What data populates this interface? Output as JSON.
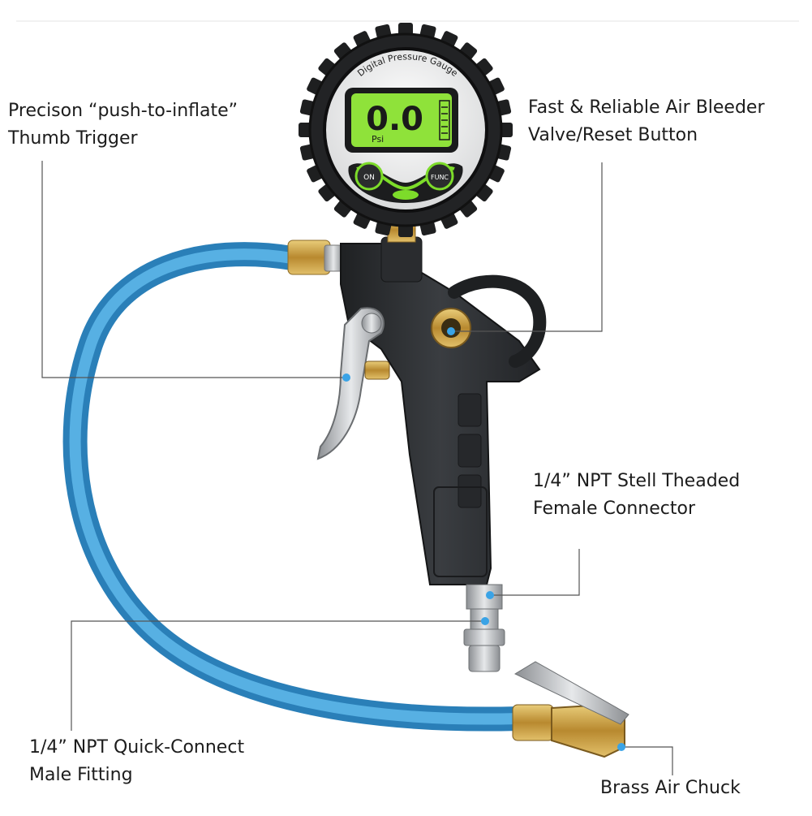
{
  "gauge": {
    "arc_label": "Digital Pressure Gauge",
    "reading": "0.0",
    "unit": "Psi",
    "on_button": "ON",
    "func_button": "FUNC"
  },
  "callouts": {
    "trigger": [
      "Precison “push-to-inflate”",
      "Thumb Trigger"
    ],
    "bleeder": [
      "Fast & Reliable Air Bleeder",
      "Valve/Reset Button"
    ],
    "female_connector": [
      "1/4”  NPT Stell Theaded",
      "Female Connector"
    ],
    "male_fitting": [
      "1/4”  NPT Quick-Connect",
      "Male Fitting"
    ],
    "air_chuck": [
      "Brass Air Chuck"
    ]
  },
  "colors": {
    "hose": "#3f9ed8",
    "lcd": "#8fe23a",
    "gun_body": "#2e3033",
    "brass": "#c9a24a",
    "callout_dot": "#3aa3e6",
    "leader_line": "#555555"
  }
}
